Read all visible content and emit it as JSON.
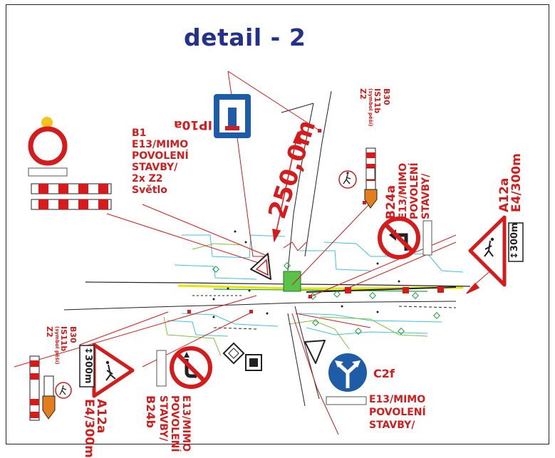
{
  "title": "detail - 2",
  "distance": "250,0m",
  "colors": {
    "title": "#23318c",
    "red": "#d51b1b",
    "blue": "#1e5ca8",
    "orange": "#e37e1e",
    "yellow": "#f6c21b",
    "cyan": "#3fc5d8",
    "green": "#1aa23c"
  },
  "icons": [
    "traffic-light-icon",
    "pedestrian-icon",
    "dead-end-icon",
    "no-left-turn-icon",
    "no-u-turn-icon",
    "left-or-right-icon",
    "barrier-icon"
  ],
  "labels": {
    "ip10a": "IP10a",
    "b1_block": [
      "B1",
      "E13/MIMO",
      "POVOLENÍ",
      "STAVBY/",
      "2x Z2",
      "Světlo"
    ],
    "top_right_b30": [
      "B30",
      "IS11b",
      "(symbol pěší)",
      "Z2"
    ],
    "b24a": [
      "B24a",
      "E13/MIMO",
      "POVOLENÍ",
      "STAVBY/"
    ],
    "a12a_right": [
      "A12a",
      "E4/300m"
    ],
    "bottom_left_b30": [
      "B30",
      "IS11b",
      "(symbol pěší)",
      "Z2"
    ],
    "a12a_left": [
      "A12a",
      "E4/300m"
    ],
    "b24b": [
      "E13/MIMO",
      "POVOLENÍ",
      "STAVBY/",
      "B24b"
    ],
    "c2f": "C2f",
    "bottom_block": [
      "E13/MIMO",
      "POVOLENÍ",
      "STAVBY/"
    ]
  },
  "plates": {
    "right": "300m",
    "left": "300m"
  }
}
